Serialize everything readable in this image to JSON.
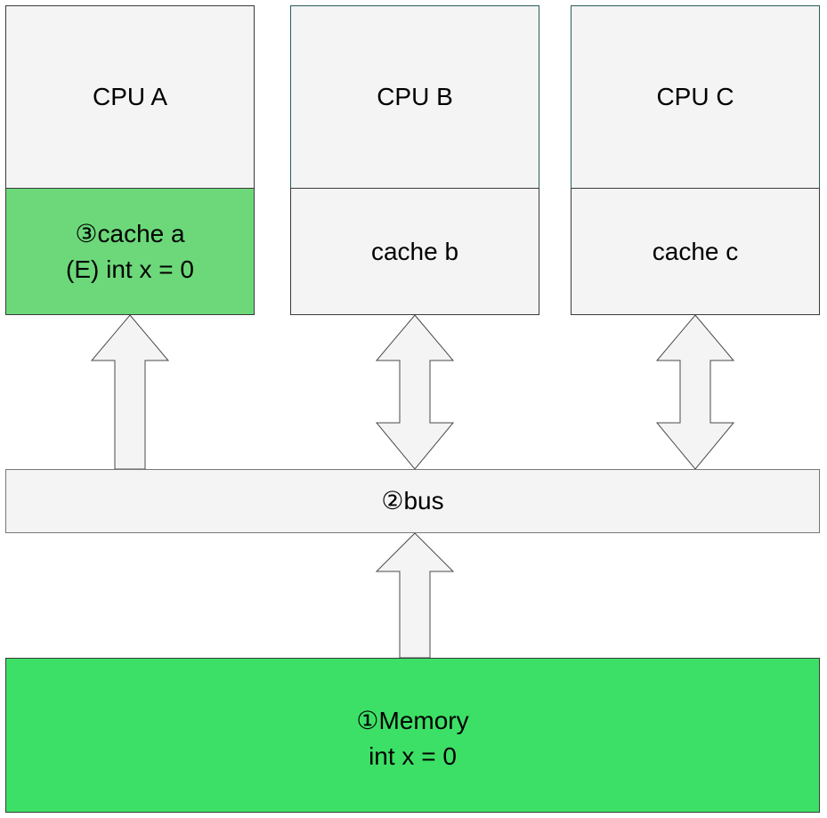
{
  "cpus": [
    {
      "label": "CPU A",
      "cache_lines": [
        "③cache a",
        "(E) int x = 0"
      ]
    },
    {
      "label": "CPU B",
      "cache_lines": [
        "cache b"
      ]
    },
    {
      "label": "CPU C",
      "cache_lines": [
        "cache c"
      ]
    }
  ],
  "bus": {
    "label": "②bus"
  },
  "memory": {
    "lines": [
      "①Memory",
      "int x = 0"
    ]
  },
  "colors": {
    "box_fill": "#f4f4f4",
    "active_cache_fill": "#6cd87a",
    "memory_fill": "#3de066"
  },
  "arrows": [
    {
      "from": "bus",
      "to": "cache a",
      "direction": "up"
    },
    {
      "from": "bus",
      "to": "cache b",
      "direction": "both"
    },
    {
      "from": "bus",
      "to": "cache c",
      "direction": "both"
    },
    {
      "from": "memory",
      "to": "bus",
      "direction": "up"
    }
  ]
}
